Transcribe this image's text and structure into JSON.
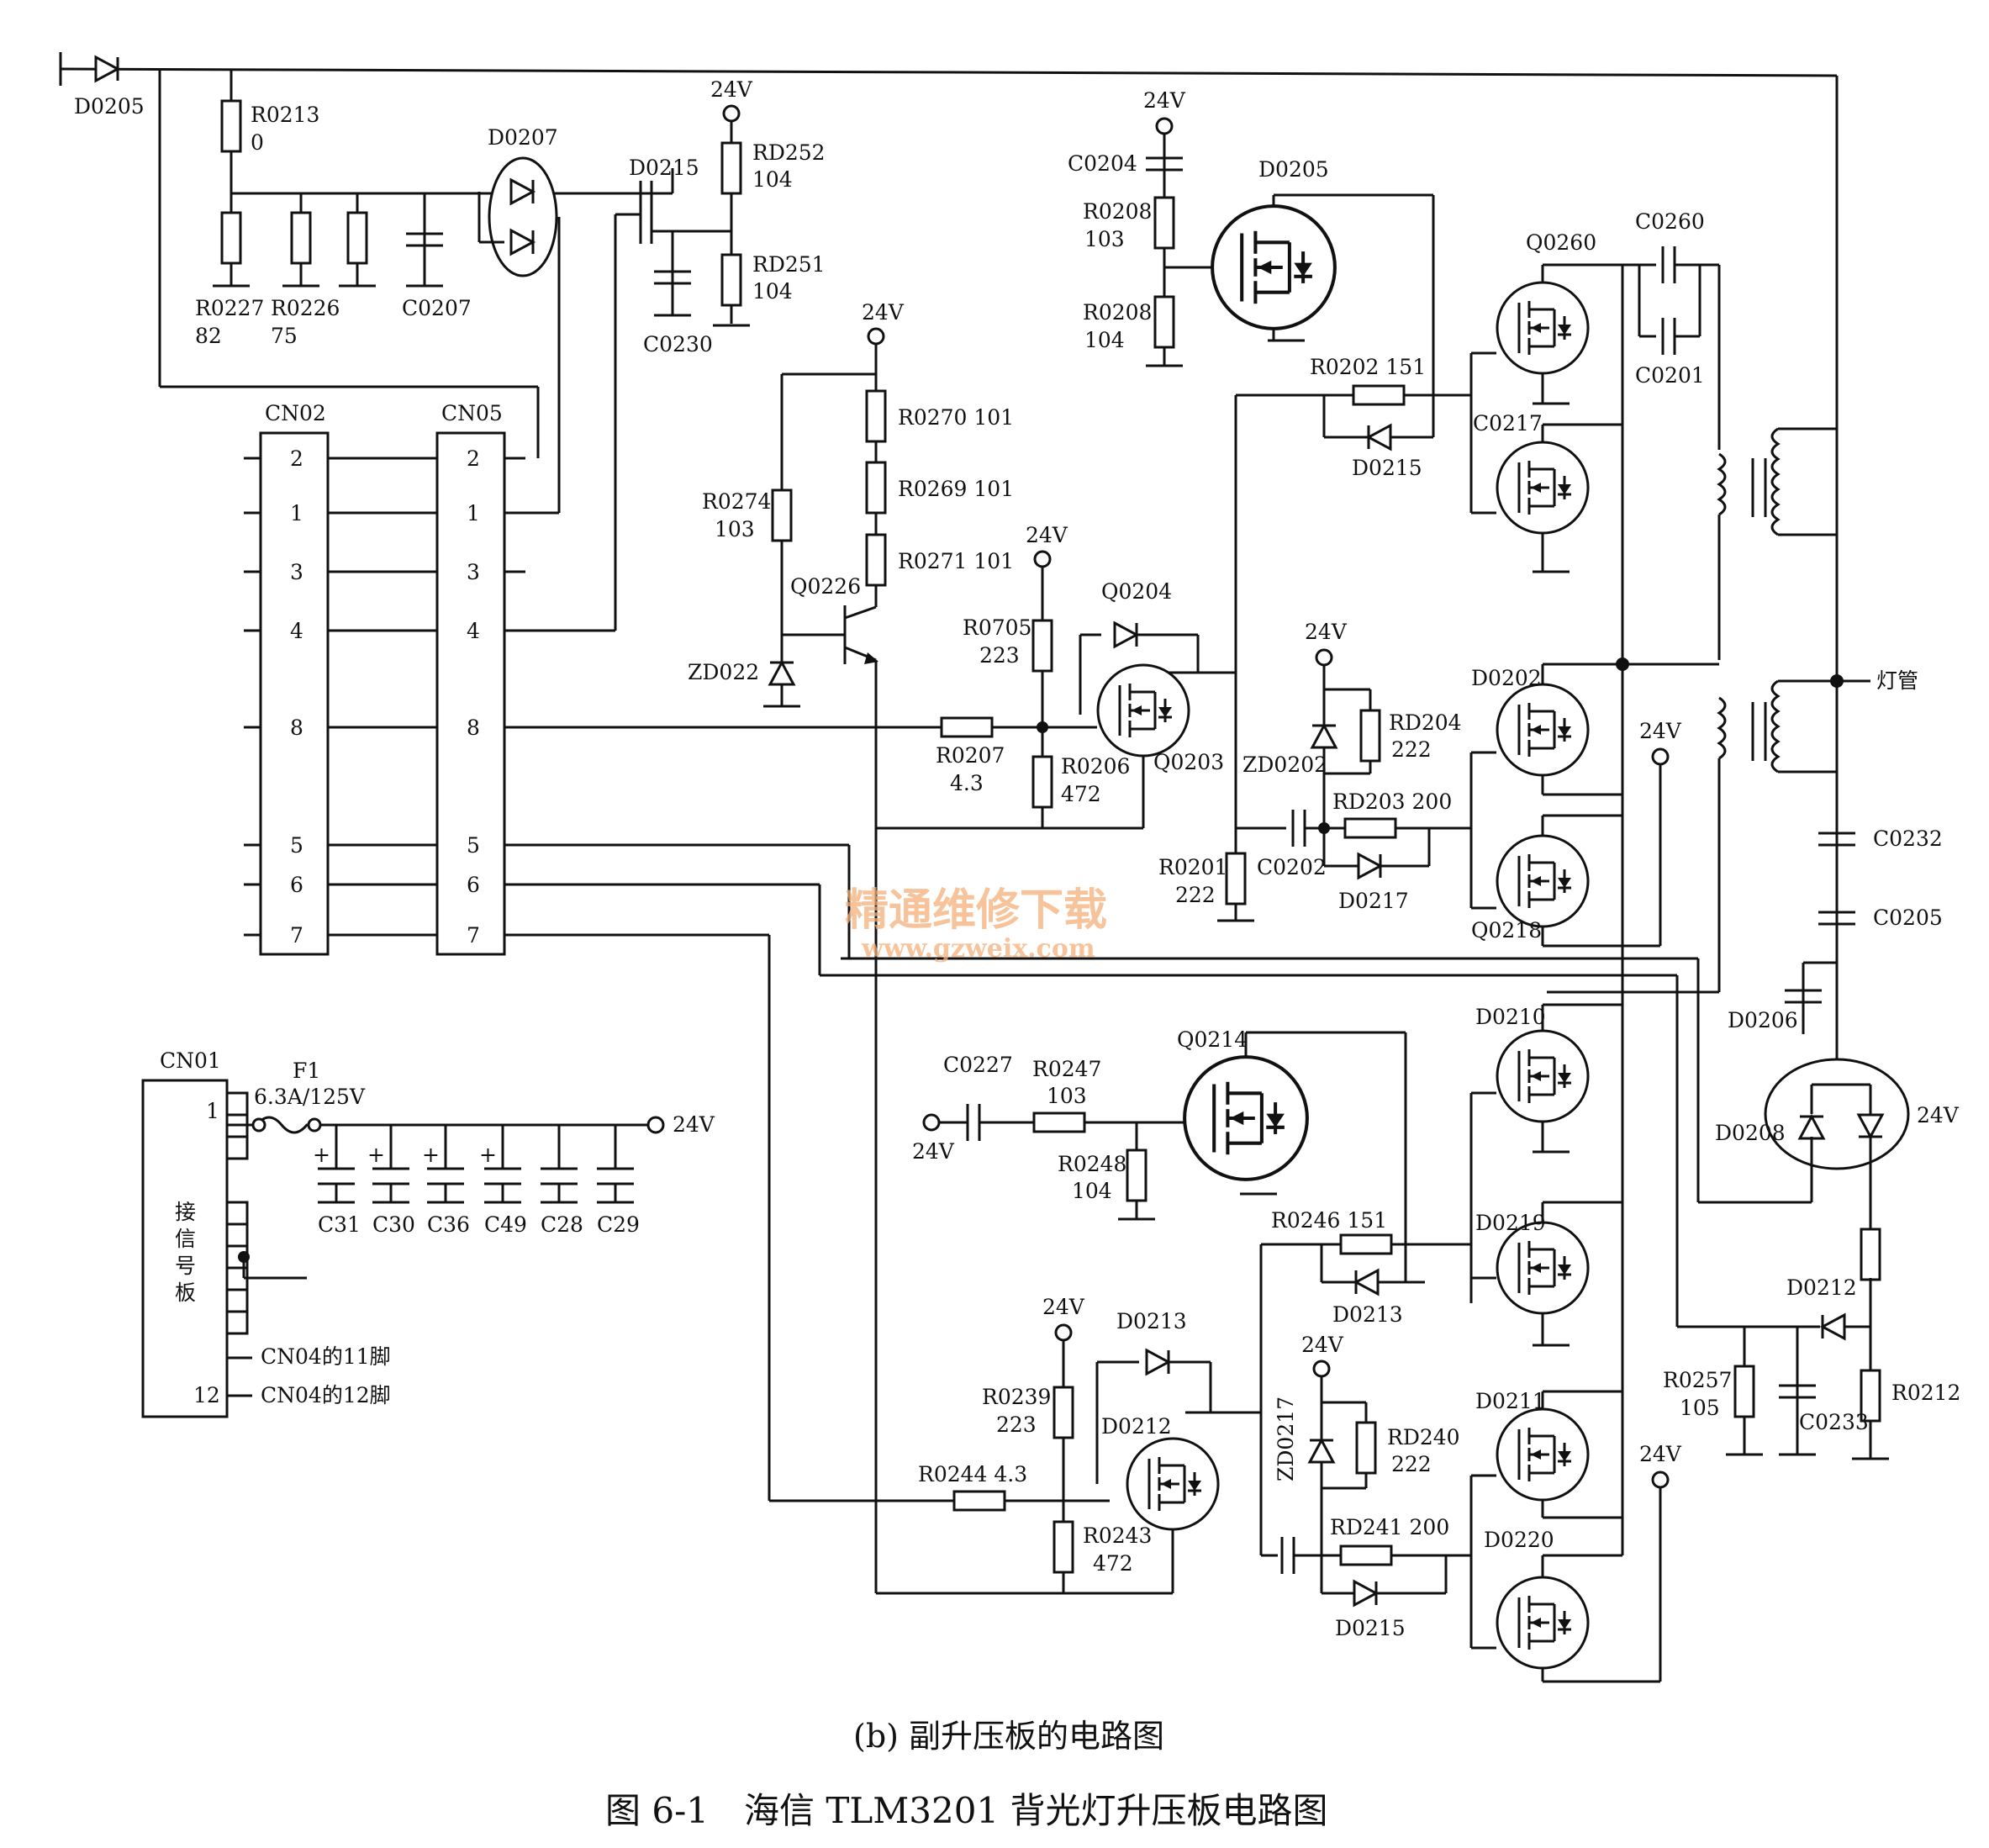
{
  "caption": "(b) 副升压板的电路图",
  "figure_title": "图 6-1　海信 TLM3201 背光灯升压板电路图",
  "watermark": {
    "main": "精通维修下载",
    "url": "www.gzweix.com"
  },
  "power_labels": {
    "v24": "24V",
    "lamp": "灯管"
  },
  "connectors": {
    "cn01": {
      "name": "CN01",
      "pins": [
        "1",
        "12"
      ],
      "board_text": "接信号板",
      "note_11": "CN04的11脚",
      "note_12": "CN04的12脚"
    },
    "cn02": {
      "name": "CN02",
      "pins": [
        "2",
        "1",
        "3",
        "4",
        "8",
        "5",
        "6",
        "7"
      ]
    },
    "cn05": {
      "name": "CN05",
      "pins": [
        "2",
        "1",
        "3",
        "4",
        "8",
        "5",
        "6",
        "7"
      ]
    }
  },
  "fuse": {
    "name": "F1",
    "rating": "6.3A/125V"
  },
  "capacitor_bank": [
    "C31",
    "C30",
    "C36",
    "C49",
    "C28",
    "C29"
  ],
  "parts": {
    "D0205_in": "D0205",
    "R0213": "R0213",
    "R0213v": "0",
    "R0227": "R0227",
    "R0227v": "82",
    "R0226": "R0226",
    "R0226v": "75",
    "C0207": "C0207",
    "D0207": "D0207",
    "D0215a": "D0215",
    "RD252": "RD252",
    "RD252v": "104",
    "RD251": "RD251",
    "RD251v": "104",
    "C0230": "C0230",
    "R0270": "R0270 101",
    "R0269": "R0269 101",
    "R0271": "R0271 101",
    "R0274": "R0274",
    "R0274v": "103",
    "Q0226": "Q0226",
    "ZD022": "ZD022",
    "R0705": "R0705",
    "R0705v": "223",
    "Q0204": "Q0204",
    "R0207": "R0207",
    "R0207v": "4.3",
    "R0206": "R0206",
    "R0206v": "472",
    "Q0203": "Q0203",
    "C0204": "C0204",
    "R0208a": "R0208",
    "R0208av": "103",
    "R0208b": "R0208",
    "R0208bv": "104",
    "D0205_q": "D0205",
    "R0202": "R0202  151",
    "D0215b": "D0215",
    "Q0260": "Q0260",
    "C0217": "C0217",
    "C0260": "C0260",
    "C0201": "C0201",
    "D0202": "D0202",
    "ZD0202": "ZD0202",
    "RD204": "RD204",
    "RD204v": "222",
    "RD203": "RD203  200",
    "R0201": "R0201",
    "R0201v": "222",
    "C0202": "C0202",
    "D0217": "D0217",
    "Q0218": "Q0218",
    "C0232": "C0232",
    "C0205": "C0205",
    "D0206": "D0206",
    "D0208": "D0208",
    "C0227": "C0227",
    "R0247": "R0247",
    "R0247v": "103",
    "R0248": "R0248",
    "R0248v": "104",
    "Q0214": "Q0214",
    "D0210": "D0210",
    "D0219": "D0219",
    "D0211": "D0211",
    "D0220": "D0220",
    "R0246": "R0246  151",
    "D0213b": "D0213",
    "ZD0217": "ZD0217",
    "RD240": "RD240",
    "RD240v": "222",
    "RD241": "RD241 200",
    "D0215c": "D0215",
    "R0239": "R0239",
    "R0239v": "223",
    "D0213a": "D0213",
    "D0212a": "D0212",
    "R0244": "R0244  4.3",
    "R0243": "R0243",
    "R0243v": "472",
    "D0212b": "D0212",
    "R0257": "R0257",
    "R0257v": "105",
    "C0233": "C0233",
    "R0212": "R0212"
  }
}
